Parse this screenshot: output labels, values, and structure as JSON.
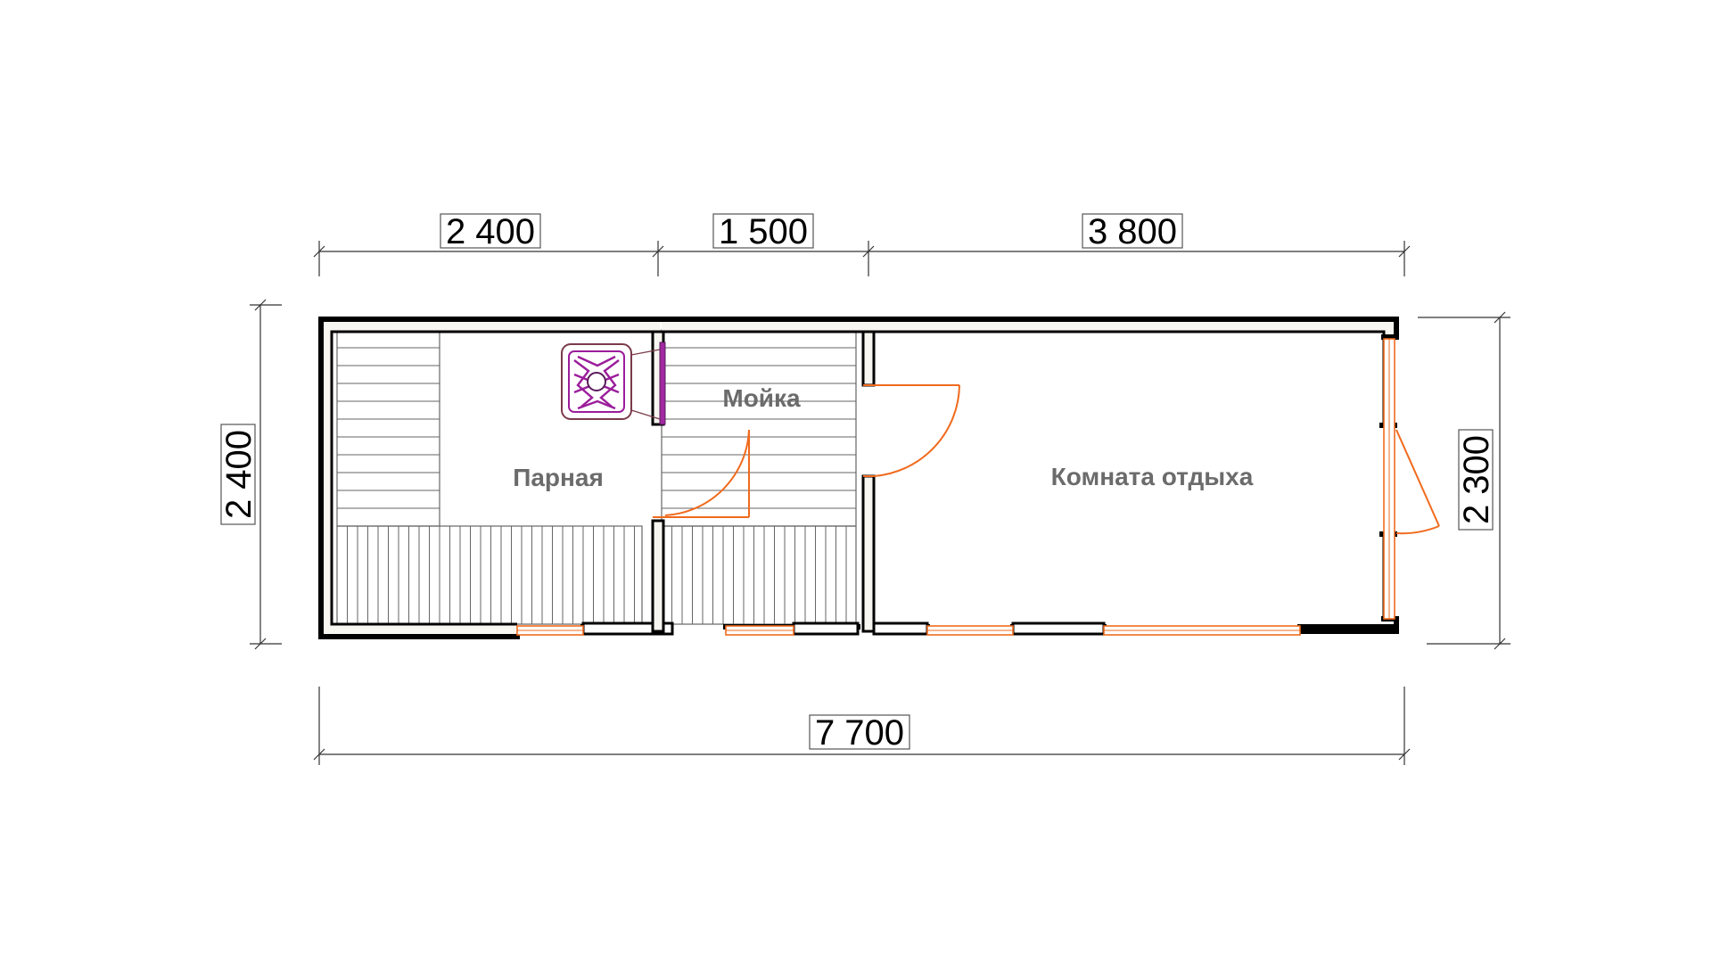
{
  "rooms": {
    "steam_room": "Парная",
    "wash_room": "Мойка",
    "rest_room": "Комната отдыха"
  },
  "dimensions": {
    "top_segment_1": "2 400",
    "top_segment_2": "1 500",
    "top_segment_3": "3 800",
    "left_height": "2 400",
    "right_height": "2 300",
    "total_length": "7 700"
  },
  "colors": {
    "wall": "#000000",
    "wall_cavity": "#f7f6f0",
    "door_window": "#f06a1d",
    "stove": "#9b1c9b",
    "room_label": "#6b6b6b"
  }
}
